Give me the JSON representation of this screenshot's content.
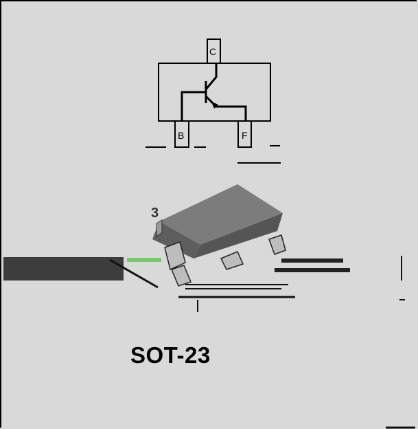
{
  "schematic": {
    "pin_c": "C",
    "pin_b": "B",
    "pin_e": "F"
  },
  "package": {
    "pin_number": "3",
    "name": "SOT-23"
  },
  "colors": {
    "background": "#d9d9d9",
    "outline": "#000000",
    "package_body": "#6e6e6e",
    "package_top": "#808080"
  }
}
